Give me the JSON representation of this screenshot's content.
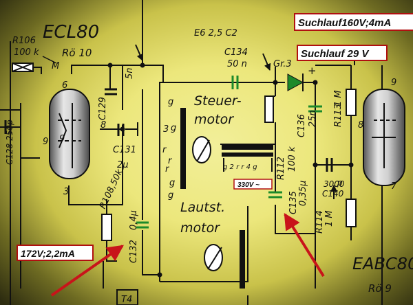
{
  "boxes": {
    "suchlauf_160": "Suchlauf160V;4mA",
    "suchlauf_29": "Suchlauf 29 V",
    "v172": "172V;2,2mA",
    "v330": "330V ~"
  },
  "tubes": {
    "left_name": "ECL80",
    "left_ref": "Rö 10",
    "right_name": "EABC80",
    "right_ref": "Rö 9"
  },
  "motors": {
    "steuer_line1": "Steuer-",
    "steuer_line2": "motor",
    "laut_line1": "Lautst.",
    "laut_line2": "motor"
  },
  "components": [
    {
      "id": "r106",
      "text": "R106"
    },
    {
      "id": "r106v",
      "text": "100 k"
    },
    {
      "id": "m",
      "text": "M"
    },
    {
      "id": "c128",
      "text": "C128 250p"
    },
    {
      "id": "c129",
      "text": "C129"
    },
    {
      "id": "c129v",
      "text": "5n"
    },
    {
      "id": "c131",
      "text": "C131"
    },
    {
      "id": "c131v",
      "text": "2µ"
    },
    {
      "id": "c132",
      "text": "C132"
    },
    {
      "id": "c132v",
      "text": "0,4µ"
    },
    {
      "id": "r108",
      "text": "R108,50k"
    },
    {
      "id": "t4",
      "text": "T4"
    },
    {
      "id": "e62",
      "text": "E6 2,5 C2"
    },
    {
      "id": "c134",
      "text": "C134"
    },
    {
      "id": "c134v",
      "text": "50 n"
    },
    {
      "id": "gr3",
      "text": "Gr.3"
    },
    {
      "id": "plus",
      "text": "+"
    },
    {
      "id": "c136",
      "text": "C136"
    },
    {
      "id": "c136v",
      "text": "25n"
    },
    {
      "id": "r112",
      "text": "R112"
    },
    {
      "id": "r112v",
      "text": "100 k"
    },
    {
      "id": "c135",
      "text": "C135"
    },
    {
      "id": "c135v",
      "text": "0,35µ"
    },
    {
      "id": "r113",
      "text": "R113"
    },
    {
      "id": "r113v",
      "text": "1 M"
    },
    {
      "id": "c140",
      "text": "3000"
    },
    {
      "id": "c140n",
      "text": "C140"
    },
    {
      "id": "p",
      "text": "p"
    },
    {
      "id": "r114",
      "text": "R114"
    },
    {
      "id": "r114v",
      "text": "1 M"
    },
    {
      "id": "coil",
      "text": "g 2 r   r 4 g"
    }
  ],
  "pins": [
    "6",
    "9",
    "8",
    "3",
    "8",
    "9",
    "7",
    "g",
    "3",
    "r",
    "r",
    "g",
    "9",
    "g",
    "r",
    "g"
  ]
}
